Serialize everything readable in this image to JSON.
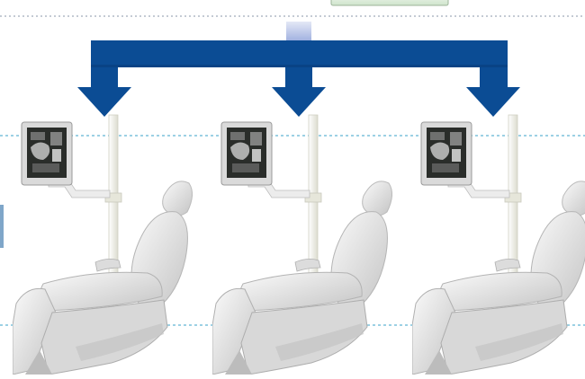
{
  "diagram": {
    "colors": {
      "arrow": "#0b4c94",
      "arrow_dark": "#073a76",
      "divider": "#3aa3c9",
      "top_divider": "#8a97a8",
      "source_box": "#e3efe2",
      "connector": "#b9c3e6",
      "monitor_frame": "#d9d9d9",
      "screen": "#2a2d2a",
      "chair": "#e9e9e9",
      "chair_shade": "#c9c9c9",
      "pole": "#efefe3",
      "left_edge_panel": "#7fa6c9"
    },
    "icons": [
      "arrow-down-icon",
      "monitor-icon",
      "dental-chair-icon"
    ],
    "stations": [
      {
        "id": "station-1",
        "label": ""
      },
      {
        "id": "station-2",
        "label": ""
      },
      {
        "id": "station-3",
        "label": ""
      }
    ]
  }
}
